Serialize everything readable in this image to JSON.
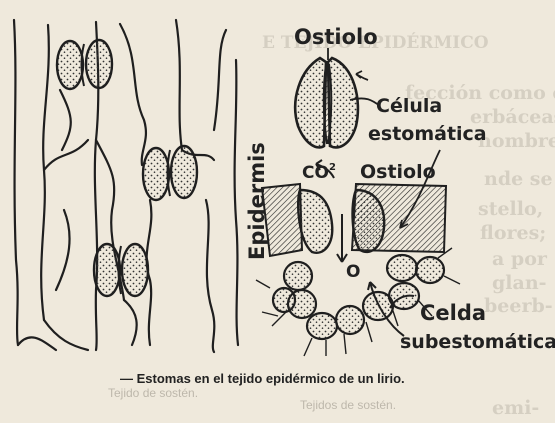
{
  "figure": {
    "labels": {
      "ostiolo_top": "Ostiolo",
      "celula": "Célula",
      "estomatica": "estomática",
      "epidermis": "Epidermis",
      "co2": "CO",
      "co2_sub": "2",
      "ostiolo_mid": "Ostiolo",
      "o": "O",
      "celda": "Celda",
      "subestomatica": "subestomática"
    },
    "caption": "— Estomas en el tejido epidérmico de un lirio."
  },
  "bleedthrough": {
    "corner": "",
    "lines": [
      "E TEJIDO EPIDÉRMICO",
      "fección como en las",
      "erbáceas",
      "nombre",
      "nde se",
      "stello,",
      "flores;",
      "a por",
      "glan-",
      "beerb-",
      "",
      "emi-"
    ],
    "small_notes": [
      "Tejido de sostén.",
      "Tejidos de sostén."
    ]
  }
}
